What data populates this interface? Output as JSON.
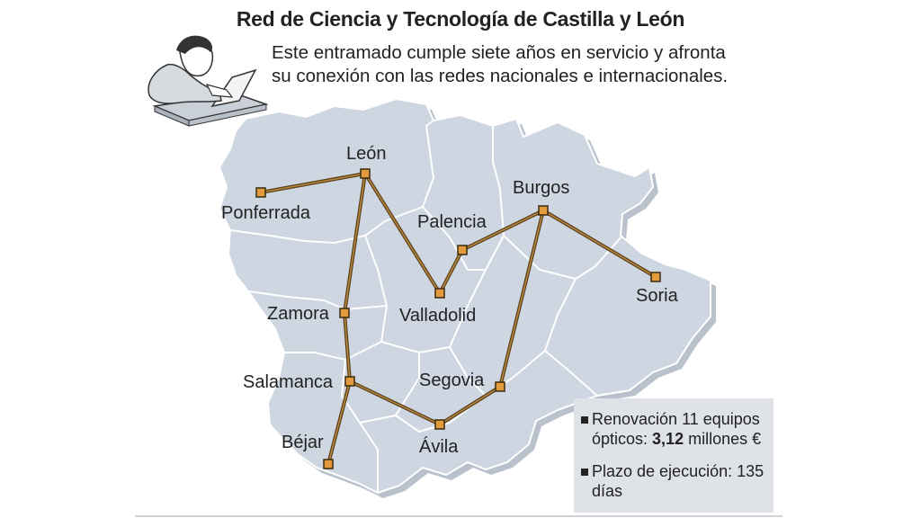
{
  "header": {
    "title": "Red de Ciencia y Tecnología de Castilla y León",
    "subtitle_line1": "Este entramado cumple siete años en servicio y afronta",
    "subtitle_line2": "su conexión con las redes nacionales e internacionales."
  },
  "map": {
    "region_color": "#cdd6e1",
    "shadow_color": "#b8c1cc",
    "route_color": "#5a3f1a",
    "node_color": "#e39a3c",
    "cities": [
      {
        "id": "ponferrada",
        "name": "Ponferrada"
      },
      {
        "id": "leon",
        "name": "León"
      },
      {
        "id": "palencia",
        "name": "Palencia"
      },
      {
        "id": "burgos",
        "name": "Burgos"
      },
      {
        "id": "soria",
        "name": "Soria"
      },
      {
        "id": "zamora",
        "name": "Zamora"
      },
      {
        "id": "valladolid",
        "name": "Valladolid"
      },
      {
        "id": "salamanca",
        "name": "Salamanca"
      },
      {
        "id": "segovia",
        "name": "Segovia"
      },
      {
        "id": "bejar",
        "name": "Béjar"
      },
      {
        "id": "avila",
        "name": "Ávila"
      }
    ]
  },
  "legend": {
    "item1_prefix": "Renovación 11 equipos ópticos: ",
    "item1_amount": "3,12",
    "item1_suffix": " millones €",
    "item2": "Plazo de ejecución: 135 días"
  }
}
